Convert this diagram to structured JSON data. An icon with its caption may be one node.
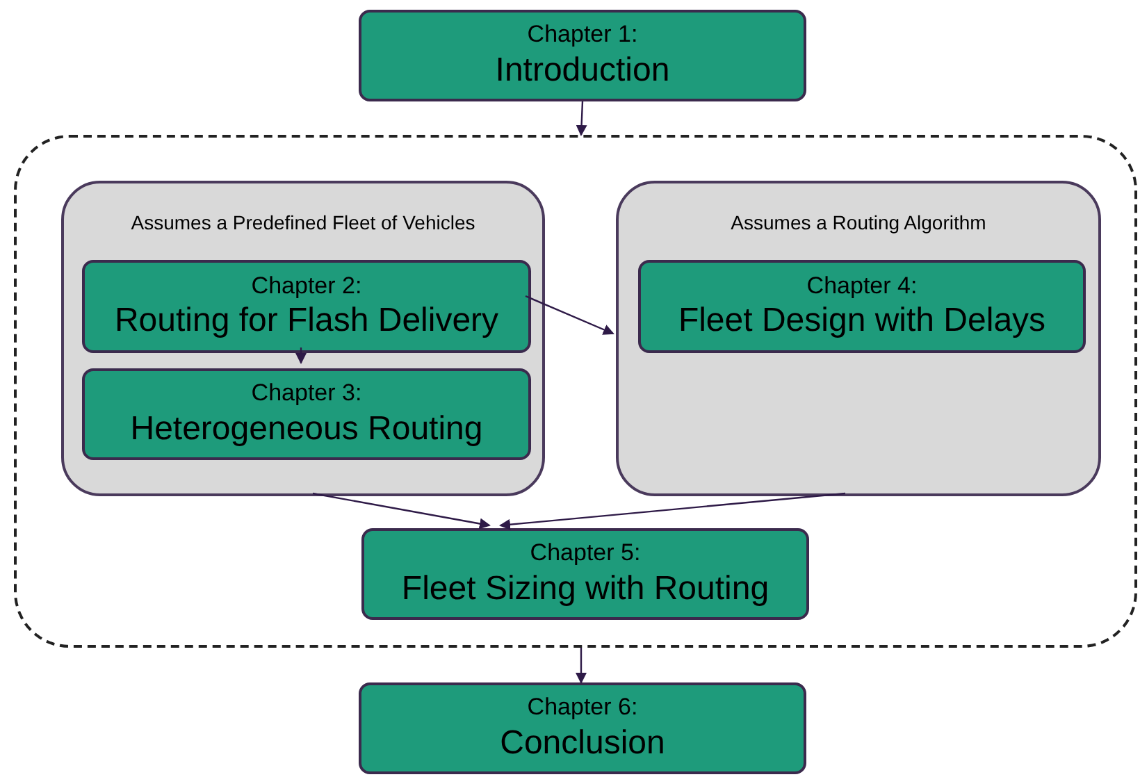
{
  "diagram": {
    "nodes": [
      {
        "text": [
          "Chapter 1:",
          "Introduction"
        ]
      },
      {
        "text": [],
        "shape": "box"
      },
      {
        "text": [
          "Assumes a Predefined Fleet of Vehicles"
        ],
        "in": 1
      },
      {
        "text": [
          "Chapter 2:",
          "Routing for Flash Delivery"
        ],
        "in": 2
      },
      {
        "text": [
          "Chapter 3:",
          "Heterogeneous Routing"
        ],
        "in": 2
      },
      {
        "text": [
          "Assumes a Routing Algorithm"
        ],
        "in": 1
      },
      {
        "text": [
          "Chapter 4:",
          "Fleet Design with Delays"
        ],
        "in": 5
      },
      {
        "text": [
          "Chapter 5:",
          "Fleet Sizing with Routing"
        ],
        "in": 1
      },
      {
        "text": [
          "Chapter 6:",
          "Conclusion"
        ]
      }
    ],
    "edges": [
      {
        "from": 0,
        "to": 1,
        "arrow": "to"
      },
      {
        "from": 3,
        "to": 4,
        "arrow": "to"
      },
      {
        "from": 3,
        "to": 5,
        "arrow": "to"
      },
      {
        "from": 2,
        "to": 7,
        "arrow": "to"
      },
      {
        "from": 5,
        "to": 7,
        "arrow": "to"
      },
      {
        "from": 1,
        "to": 8,
        "arrow": "to"
      }
    ]
  }
}
